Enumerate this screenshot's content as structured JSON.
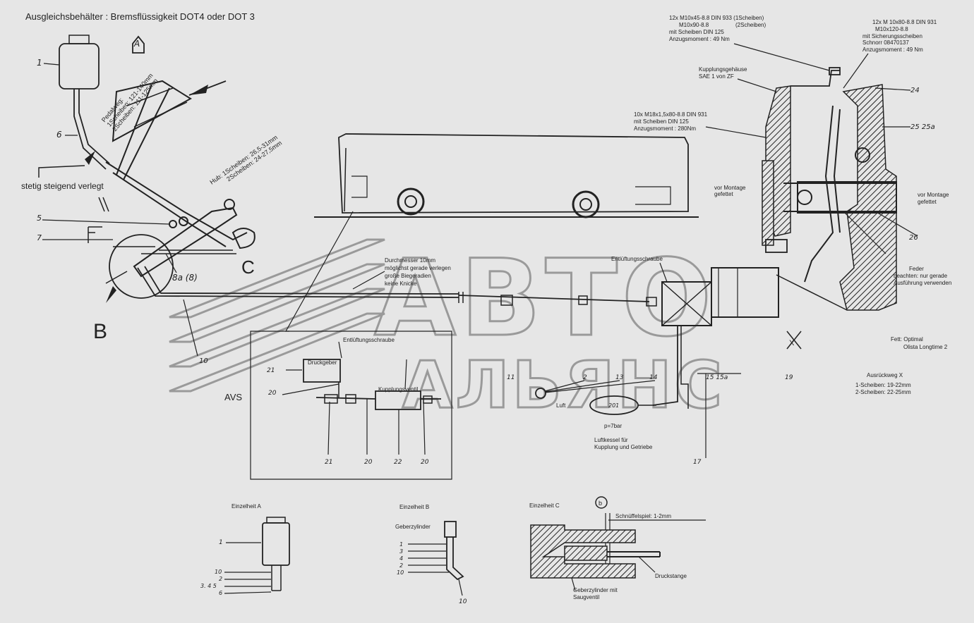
{
  "title": "Ausgleichsbehälter : Bremsflüssigkeit DOT4 oder DOT 3",
  "watermark": {
    "line1": "АВТО",
    "line2": "АЛЬЯНС"
  },
  "pedal": {
    "pedalweg": [
      "Pedalweg:",
      "1Scheiben: 121-140mm",
      "2Scheiben: 111-125mm"
    ],
    "hub": [
      "Hub: 1Scheiben: 26,5-31mm",
      "2Scheiben: 24-27,5mm"
    ],
    "stetig": "stetig steigend verlegt",
    "view_a": "A",
    "view_b": "B",
    "view_c": "C"
  },
  "top_notes": {
    "bolts1": [
      "12x M10x45-8.8 DIN 933 (1Scheiben)",
      "M10x90-8.8",
      "(2Scheiben)",
      "mit Scheiben DIN 125",
      "Anzugsmoment : 49 Nm"
    ],
    "bolts2": [
      "12x M 10x80-8.8 DIN 931",
      "M10x120-8.8",
      "mit Sicherungsscheiben",
      "Schnorr 08470137",
      "Anzugsmoment : 49 Nm"
    ],
    "housing": [
      "Kupplungsgehäuse",
      "SAE 1 von ZF"
    ],
    "bolts3": [
      "10x M18x1,5x80-8.8 DIN 931",
      "mit Scheiben DIN 125",
      "Anzugsmoment : 280Nm"
    ],
    "grease_left": [
      "vor Montage",
      "gefettet"
    ],
    "grease_right": [
      "vor Montage",
      "gefettet"
    ],
    "spring": [
      "Feder",
      "beachten: nur gerade",
      "Ausführung verwenden"
    ],
    "fett": [
      "Fett: Optimal",
      "Olista Longtime 2"
    ],
    "ausrueck": [
      "Ausrückweg X",
      "1-Scheiben: 19-22mm",
      "2-Scheiben: 22-25mm"
    ]
  },
  "center_labels": {
    "durchmesser": [
      "Durchmesser 10mm",
      "möglichst gerade verlegen",
      "große Biegeradien",
      "keine Knicke"
    ],
    "entlueftung_top": "Entlüftungsschraube",
    "entlueftung_mid": "Entlüftungsschraube",
    "druckgeber": "Druckgeber",
    "kupplungsventil": "Kupplungsventil",
    "avs": "AVS",
    "luft": "Luft",
    "p7bar": "p=7bar",
    "luftkessel": [
      "Luftkessel für",
      "Kupplung und Getriebe"
    ],
    "x_mark": "X"
  },
  "numbers": {
    "n1": "1",
    "n6": "6",
    "n5": "5",
    "n7": "7",
    "n8a": "8a  (8)",
    "n10": "10",
    "n24": "24",
    "n25": "25 25a",
    "n26": "26",
    "n19": "19",
    "n15": "15 15a",
    "n14": "14",
    "n13": "13",
    "n2": "2",
    "n11": "11",
    "n17": "17",
    "n201": "201",
    "n21a": "21",
    "n20a": "20",
    "n21b": "21",
    "n20b": "20",
    "n22": "22",
    "n20c": "20"
  },
  "detail_a": {
    "title": "Einzelheit A",
    "n1": "1",
    "n10": "10",
    "n2": "2",
    "n345": "3. 4  5",
    "n6": "6"
  },
  "detail_b": {
    "title": "Einzelheit B",
    "geber": "Geberzylinder",
    "n1": "1",
    "n3": "3",
    "n4": "4",
    "n2": "2",
    "n10a": "10",
    "n10b": "10"
  },
  "detail_c": {
    "title": "Einzelheit C",
    "b": "b",
    "schnueffel": "Schnüffelspiel: 1-2mm",
    "druckstange": "Druckstange",
    "geber": [
      "Geberzylinder mit",
      "Saugventil"
    ]
  }
}
